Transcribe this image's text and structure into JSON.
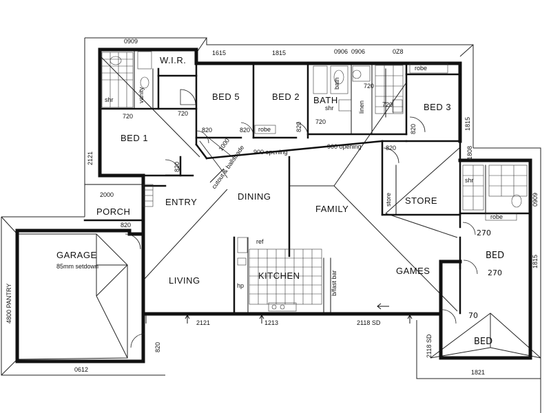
{
  "rooms": {
    "wir": "W.I.R.",
    "bed5": "BED 5",
    "bed2": "BED 2",
    "bath": "BATH",
    "bed3": "BED 3",
    "bed1": "BED 1",
    "entry": "ENTRY",
    "dining": "DINING",
    "family": "FAMILY",
    "store": "STORE",
    "porch": "PORCH",
    "garage": "GARAGE",
    "garage_note": "85mm setdown",
    "living": "LIVING",
    "kitchen": "KITCHEN",
    "games": "GAMES",
    "bed_hand_1": "BED",
    "bed_hand_2": "BED"
  },
  "fixtures": {
    "shr_1": "shr",
    "shr_2": "shr",
    "shr_3": "shr",
    "bath_fixture": "bath",
    "linen": "linen",
    "vanity": "vanity",
    "robe_1": "robe",
    "robe_2": "robe",
    "robe_3": "robe",
    "store_label": "store",
    "hp": "hp",
    "ref": "ref",
    "bkfast_bar": "b/fast bar",
    "opening_900": "900 opening",
    "opening_900b": "900 opening",
    "cutout": "cutout & ballstrade"
  },
  "dimensions": {
    "top_0909": "0909",
    "top_1615": "1615",
    "top_1815": "1815",
    "top_0906": "0906",
    "top_0906b": "0906",
    "top_0t8": "0Z8",
    "d720_a": "720",
    "d720_b": "720",
    "d720_c": "720",
    "d720_d": "720",
    "d720_e": "720",
    "d820_a": "820",
    "d820_b": "820",
    "d820_c": "820",
    "d820_d": "820",
    "d820_e": "820",
    "d820_f": "820",
    "d820_g": "820",
    "d820_h": "820",
    "d1000": "1000",
    "d2000": "2000",
    "d2121_left": "2121",
    "d2121_bottom": "2121",
    "d1213": "1213",
    "d2118sd": "2118 SD",
    "d2118sd_v": "2118 SD",
    "d1815_right": "1815",
    "d1815_right2": "1815",
    "d0909_right": "0909",
    "d1821": "1821",
    "d0612": "0612",
    "d4800": "4800 PANTRY",
    "d1808": "1808",
    "hand_270": "270",
    "hand_270b": "270",
    "hand_70": "70"
  }
}
